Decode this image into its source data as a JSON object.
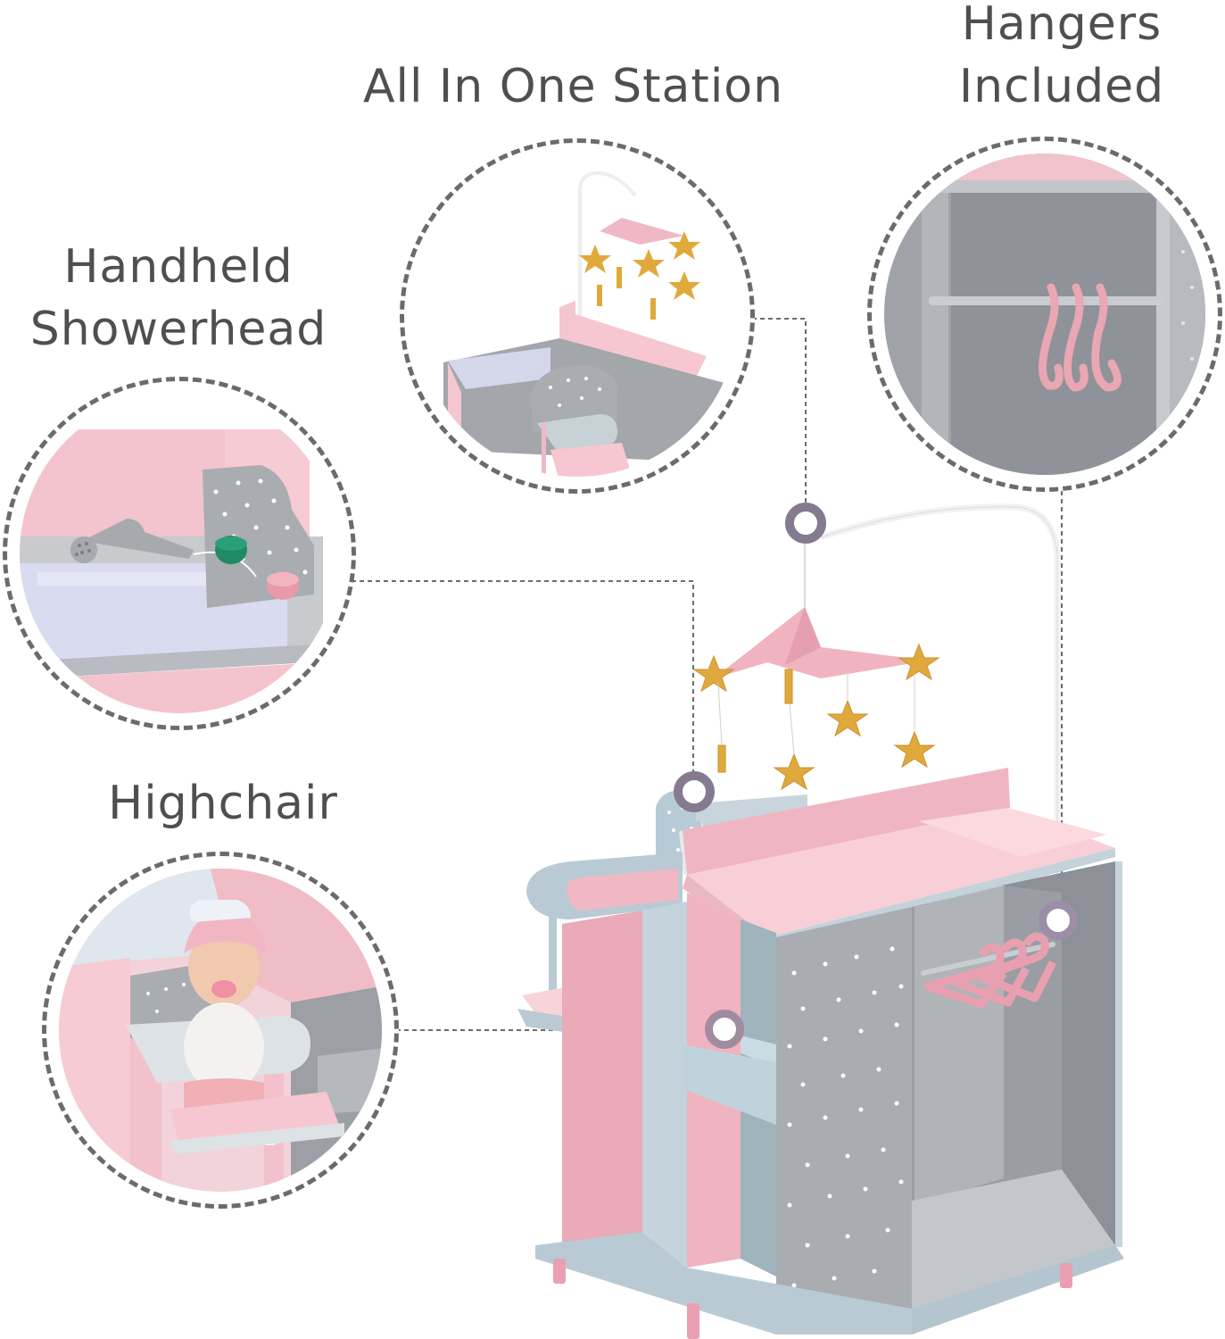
{
  "callouts": [
    {
      "id": "all-in-one",
      "label": "All In One Station"
    },
    {
      "id": "hangers",
      "label_line1": "Hangers",
      "label_line2": "Included"
    },
    {
      "id": "showerhead",
      "label_line1": "Handheld",
      "label_line2": "Showerhead"
    },
    {
      "id": "highchair",
      "label": "Highchair"
    }
  ],
  "colors": {
    "label_text": "#4f4f4f",
    "dotted_outline": "#6b6b6f",
    "marker_ring": "#857a8f",
    "pink": "#f0b8c4",
    "pink_light": "#f8d4da",
    "gray_panel": "#a9acb1",
    "gray_dark": "#8d9096",
    "blue_gray": "#b9cbd6",
    "gold_star": "#e0a93c",
    "sink_lavender": "#d9dcf0",
    "green_knob": "#1f8a63"
  }
}
